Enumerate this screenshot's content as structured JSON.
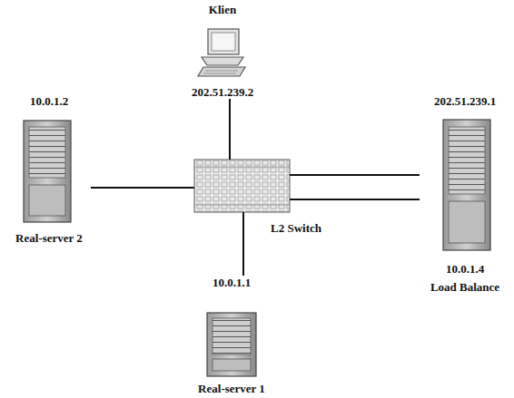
{
  "diagram": {
    "nodes": [
      {
        "text": [
          "Klien",
          "202.51.239.2"
        ]
      },
      {
        "text": [
          "10.0.1.2",
          "Real-server 2"
        ]
      },
      {
        "text": [
          "L2 Switch"
        ]
      },
      {
        "text": [
          "202.51.239.1",
          "10.0.1.4",
          "Load Balance"
        ]
      },
      {
        "text": [
          "10.0.1.1",
          "Real-server 1"
        ]
      }
    ],
    "edges": [
      {
        "from": 0,
        "to": 2,
        "arrow": "none"
      },
      {
        "from": 1,
        "to": 2,
        "arrow": "none"
      },
      {
        "from": 2,
        "to": 3,
        "arrow": "none"
      },
      {
        "from": 2,
        "to": 3,
        "arrow": "none"
      },
      {
        "from": 2,
        "to": 4,
        "arrow": "none"
      }
    ]
  }
}
